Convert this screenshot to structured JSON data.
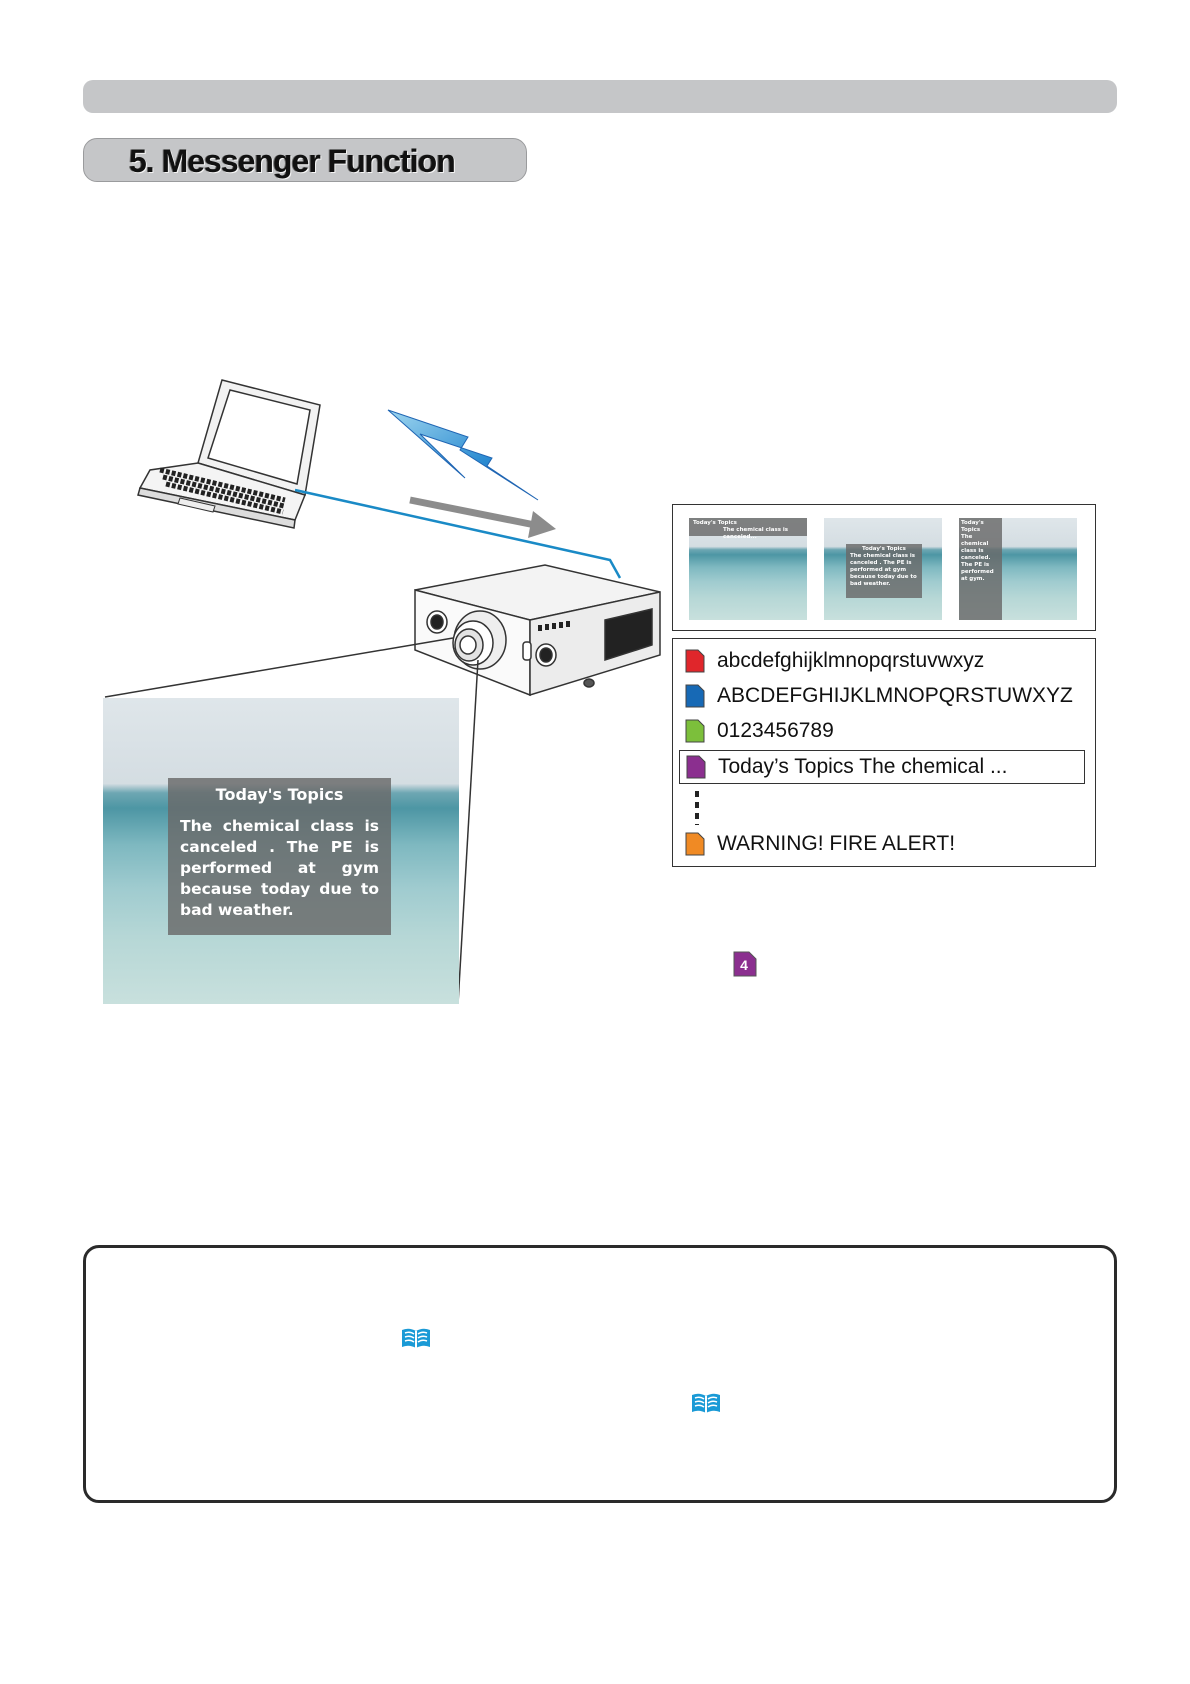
{
  "header": {
    "section_title": "5. Messenger Function"
  },
  "big_screen": {
    "title": "Today's Topics",
    "body": "The chemical class is canceled . The PE is performed at gym because today due to bad weather."
  },
  "thumbnails": [
    {
      "title": "Today's Topics",
      "body": "The chemical class is canceled..."
    },
    {
      "title": "Today's Topics",
      "body": "The chemical class is canceled . The PE is performed at gym because today due to bad weather."
    },
    {
      "title": "Today's Topics",
      "body": "The chemical class is canceled. The PE is performed at gym."
    }
  ],
  "message_list": {
    "items": [
      {
        "text": "abcdefghijklmnopqrstuvwxyz",
        "color": "#e0262b"
      },
      {
        "text": "ABCDEFGHIJKLMNOPQRSTUWXYZ",
        "color": "#1769b5"
      },
      {
        "text": "0123456789",
        "color": "#7cbf3b"
      },
      {
        "text": "Today’s Topics The chemical ...",
        "color": "#8b2f8f",
        "selected": true
      },
      {
        "text": "WARNING! FIRE ALERT!",
        "color": "#f08a24"
      }
    ]
  },
  "badge": {
    "number": "4",
    "color": "#8b2f8f"
  },
  "colors": {
    "bar_gray": "#c5c6c8",
    "link_blue": "#1a9ad6"
  },
  "icons": [
    "laptop-icon",
    "projector-icon",
    "lightning-icon",
    "arrow-icon",
    "file-icon",
    "book-icon"
  ]
}
